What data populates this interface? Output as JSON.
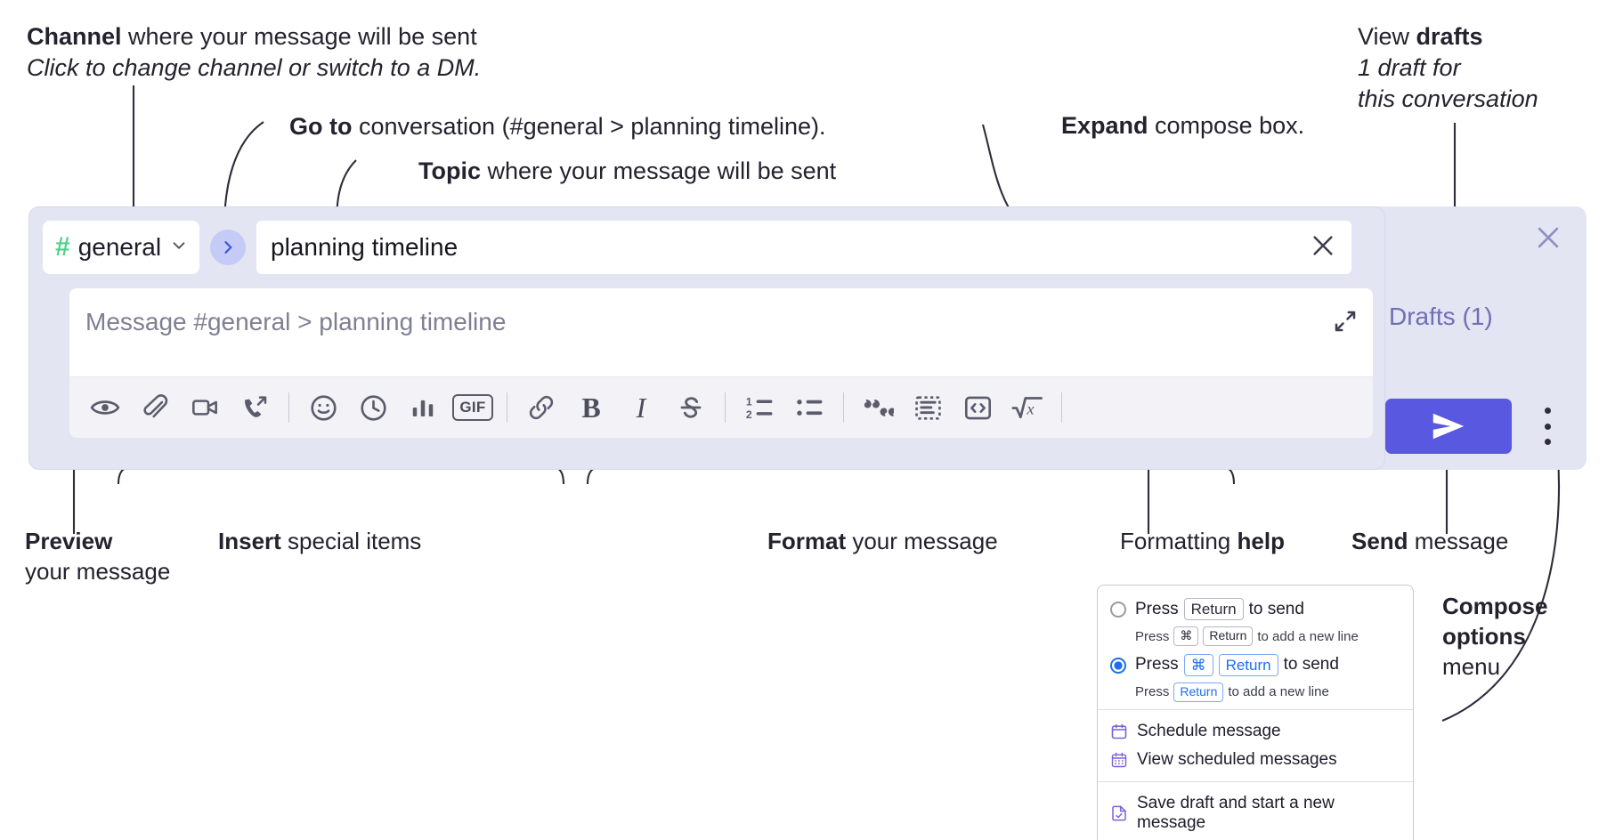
{
  "annotations": {
    "channel": {
      "bold": "Channel",
      "rest": " where your message will be sent",
      "italic": "Click to change channel or switch to a DM."
    },
    "goto": {
      "bold": "Go to",
      "rest": " conversation (#general > planning timeline)."
    },
    "topic": {
      "bold": "Topic",
      "rest": " where your message will be sent"
    },
    "expand": {
      "bold": "Expand",
      "rest": " compose box."
    },
    "drafts": {
      "rest": "View ",
      "bold": "drafts",
      "italic1": "1 draft for",
      "italic2": "this conversation"
    },
    "preview": {
      "bold": "Preview",
      "rest": "your message"
    },
    "insert": {
      "bold": "Insert",
      "rest": " special items"
    },
    "format": {
      "bold": "Format",
      "rest": " your message"
    },
    "help": {
      "rest": "Formatting ",
      "bold": "help"
    },
    "send": {
      "bold": "Send",
      "rest": " message"
    },
    "compose_options": {
      "line1": "Compose",
      "line2": "options",
      "line3": "menu"
    }
  },
  "compose": {
    "channel_name": "general",
    "channel_hash": "#",
    "topic_value": "planning timeline",
    "message_placeholder": "Message #general > planning timeline",
    "drafts_label": "Drafts (1)",
    "toolbar": [
      {
        "name": "preview-icon",
        "label": "Preview"
      },
      {
        "name": "attachment-icon",
        "label": "Attach file"
      },
      {
        "name": "video-icon",
        "label": "Record video clip"
      },
      {
        "name": "audio-call-icon",
        "label": "Record audio clip"
      },
      {
        "sep": true
      },
      {
        "name": "emoji-icon",
        "label": "Emoji"
      },
      {
        "name": "clock-icon",
        "label": "Reminder"
      },
      {
        "name": "poll-icon",
        "label": "Poll"
      },
      {
        "name": "gif-icon",
        "label": "GIF"
      },
      {
        "sep": true
      },
      {
        "name": "link-icon",
        "label": "Link"
      },
      {
        "name": "bold-icon",
        "label": "B"
      },
      {
        "name": "italic-icon",
        "label": "I"
      },
      {
        "name": "strikethrough-icon",
        "label": "Strikethrough"
      },
      {
        "sep": true
      },
      {
        "name": "ordered-list-icon",
        "label": "Ordered list"
      },
      {
        "name": "bulleted-list-icon",
        "label": "Bulleted list"
      },
      {
        "sep": true
      },
      {
        "name": "blockquote-icon",
        "label": "Blockquote"
      },
      {
        "name": "code-block-icon",
        "label": "Code block"
      },
      {
        "name": "inline-code-icon",
        "label": "Code"
      },
      {
        "name": "math-icon",
        "label": "Math"
      },
      {
        "sep": true
      },
      {
        "name": "help-icon",
        "label": "?"
      }
    ]
  },
  "menu": {
    "options": [
      {
        "selected": false,
        "main_pre": "Press",
        "main_key": "Return",
        "main_post": "to send",
        "sub_pre": "Press",
        "sub_key1": "⌘",
        "sub_key2": "Return",
        "sub_post": "to add a new line"
      },
      {
        "selected": true,
        "main_pre": "Press",
        "main_key1": "⌘",
        "main_key2": "Return",
        "main_post": "to send",
        "sub_pre": "Press",
        "sub_key": "Return",
        "sub_post": "to add a new line"
      }
    ],
    "items": [
      {
        "icon": "calendar-icon",
        "label": "Schedule message"
      },
      {
        "icon": "calendar-grid-icon",
        "label": "View scheduled messages"
      },
      {
        "icon": "save-draft-icon",
        "label": "Save draft and start a new message",
        "divider_above": true
      }
    ]
  },
  "colors": {
    "accent_purple": "#5858e0",
    "drafts_purple": "#6f6fb6",
    "hash_green": "#4fd18b",
    "goto_blue": "#4056d4",
    "panel_bg": "#e4e5f3",
    "radio_blue": "#1d6ff2"
  }
}
